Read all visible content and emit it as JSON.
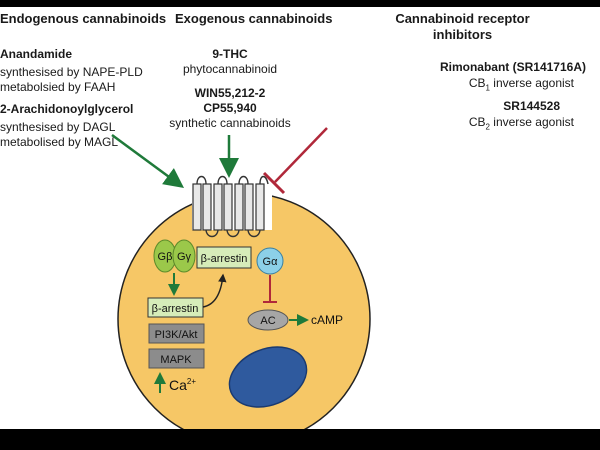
{
  "columns": {
    "endogenous": {
      "header": "Endogenous cannabinoids",
      "items": [
        {
          "name": "Anandamide",
          "line1": "synthesised by NAPE-PLD",
          "line2": "metabolsied by FAAH"
        },
        {
          "name": "2-Arachidonoylglycerol",
          "line1": "synthesised by DAGL",
          "line2": "metabolised by MAGL"
        }
      ]
    },
    "exogenous": {
      "header": "Exogenous cannabinoids",
      "items": [
        {
          "name": "9-THC",
          "line1": "phytocannabinoid"
        },
        {
          "name": "WIN55,212-2",
          "name2": "CP55,940",
          "line1": "synthetic cannabinoids"
        }
      ]
    },
    "inhibitors": {
      "header_line1": "Cannabinoid receptor",
      "header_line2": "inhibitors",
      "items": [
        {
          "name": "Rimonabant (SR141716A)",
          "receptor": "CB",
          "sub": "1",
          "desc": " inverse agonist"
        },
        {
          "name": "SR144528",
          "receptor": "CB",
          "sub": "2",
          "desc": " inverse agonist"
        }
      ]
    }
  },
  "cell": {
    "g_beta": "Gβ",
    "g_gamma": "Gγ",
    "arrestin_receptor": "β-arrestin",
    "g_alpha": "Gα",
    "arrestin_lower": "β-arrestin",
    "pi3k": "PI3K/Akt",
    "mapk": "MAPK",
    "ac": "AC",
    "camp": "cAMP",
    "calcium": "Ca",
    "calcium_sup": "2+"
  },
  "colors": {
    "activation_arrow": "#1f7a3a",
    "inhibition_arrow": "#b0283a",
    "cell_fill": "#f6c766",
    "nucleus": "#2f5a9e",
    "g_beta_gamma": "#9bc84a",
    "g_alpha": "#8cd0e8",
    "arrestin_box": "#d6ecb9",
    "kinase_box": "#8c8c8c",
    "ac_fill": "#a6a6a6"
  }
}
